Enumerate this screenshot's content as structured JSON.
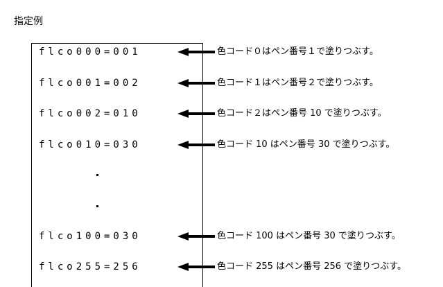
{
  "heading": "指定例",
  "rows": [
    {
      "code": "flco000=001",
      "desc": "色コード０はペン番号１で塗りつぶす。"
    },
    {
      "code": "flco001=002",
      "desc": "色コード１はペン番号２で塗りつぶす。"
    },
    {
      "code": "flco002=010",
      "desc": "色コード２はペン番号 10 で塗りつぶす。"
    },
    {
      "code": "flco010=030",
      "desc": "色コード 10 はペン番号 30 で塗りつぶす。"
    },
    {
      "code": "flco100=030",
      "desc": "色コード 100 はペン番号 30 で塗りつぶす。"
    },
    {
      "code": "flco255=256",
      "desc": "色コード 255 はペン番号 256 で塗りつぶす。"
    }
  ],
  "ellipsis_icon": "vertical-ellipsis-dots",
  "arrow_icon": "left-arrow-icon",
  "colors": {
    "ink": "#000000",
    "background": "#ffffff"
  }
}
